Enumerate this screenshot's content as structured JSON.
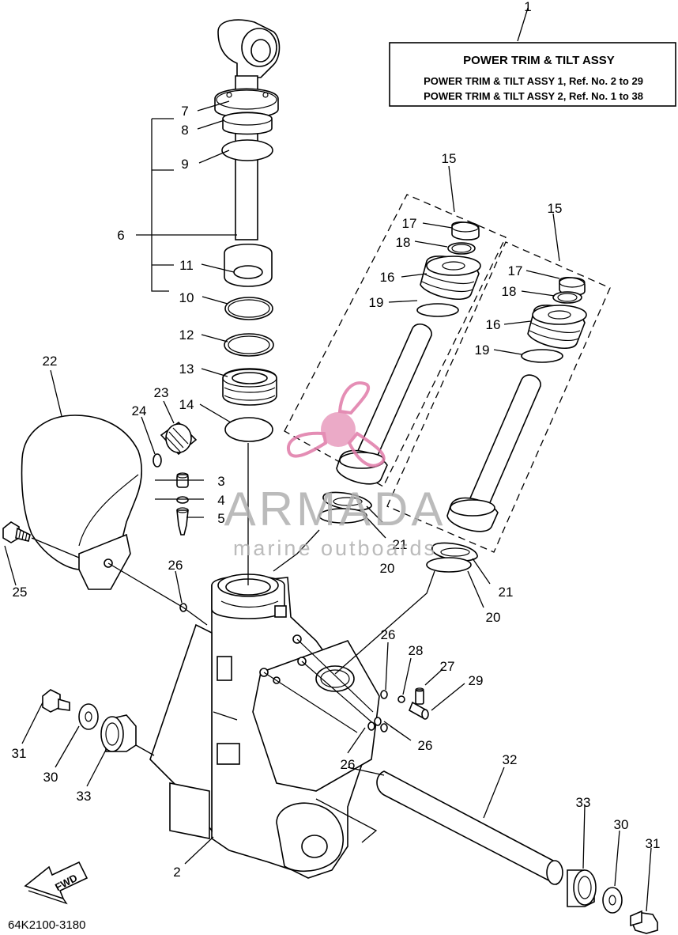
{
  "title_box": {
    "heading": "POWER TRIM  &  TILT ASSY",
    "line1": "POWER TRIM & TILT ASSY 1,  Ref. No. 2 to 29",
    "line2": "POWER TRIM & TILT ASSY 2,  Ref. No. 1 to 38"
  },
  "watermark": {
    "brand": "ARMADA",
    "tagline": "marine outboards",
    "accent_color": "#e07aa8",
    "icon": "propeller-logo-icon"
  },
  "fwd_label": "FWD",
  "diagram_code": "64K2100-3180",
  "callouts": {
    "c1": "1",
    "c2": "2",
    "c3": "3",
    "c4": "4",
    "c5": "5",
    "c6": "6",
    "c7": "7",
    "c8": "8",
    "c9": "9",
    "c10": "10",
    "c11": "11",
    "c12": "12",
    "c13": "13",
    "c14": "14",
    "c15a": "15",
    "c15b": "15",
    "c16a": "16",
    "c16b": "16",
    "c17a": "17",
    "c17b": "17",
    "c18a": "18",
    "c18b": "18",
    "c19a": "19",
    "c19b": "19",
    "c20a": "20",
    "c20b": "20",
    "c21a": "21",
    "c21b": "21",
    "c22": "22",
    "c23": "23",
    "c24": "24",
    "c25": "25",
    "c26a": "26",
    "c26b": "26",
    "c26c": "26",
    "c26d": "26",
    "c27": "27",
    "c28": "28",
    "c29": "29",
    "c30a": "30",
    "c30b": "30",
    "c31a": "31",
    "c31b": "31",
    "c32": "32",
    "c33a": "33",
    "c33b": "33"
  }
}
